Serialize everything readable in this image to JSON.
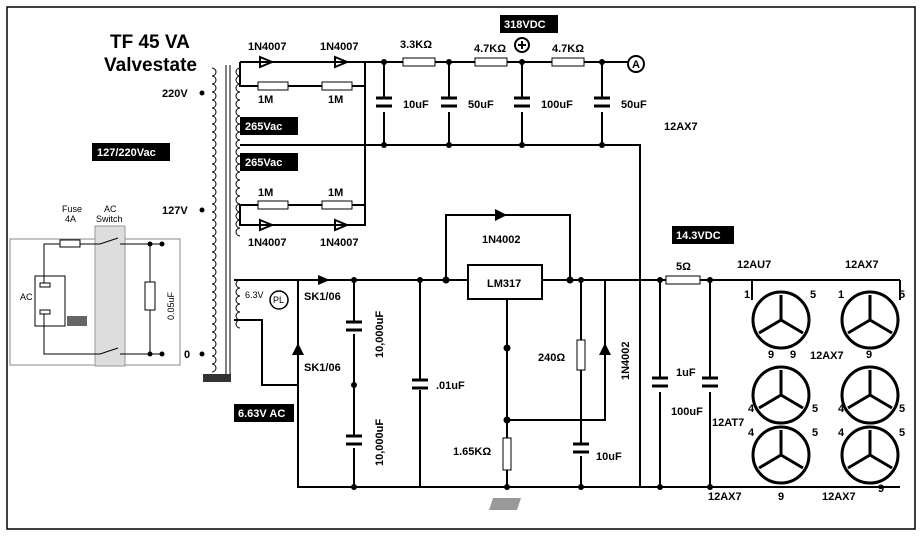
{
  "title": {
    "line1": "TF 45 VA",
    "line2": "Valvestate"
  },
  "voltages": {
    "b_plus": "318VDC",
    "filament": "14.3VDC",
    "secondary1": "265Vac",
    "secondary2": "265Vac",
    "mains_select": "127/220Vac",
    "heater_ac": "6.63V AC",
    "tap_220": "220V",
    "tap_127": "127V",
    "tap_0": "0",
    "heater_winding": "6.3V",
    "pl": "PL"
  },
  "mains": {
    "fuse": "Fuse",
    "fuse_rating": "4A",
    "switch": "AC",
    "switch2": "Switch",
    "ac": "AC",
    "cap": "0.05uF"
  },
  "diodes": {
    "d1": "1N4007",
    "d2": "1N4007",
    "d3": "1N4007",
    "d4": "1N4007",
    "sk1": "SK1/06",
    "sk2": "SK1/06",
    "n4002a": "1N4002",
    "n4002b": "1N4002"
  },
  "resistors": {
    "r1m_a": "1M",
    "r1m_b": "1M",
    "r1m_c": "1M",
    "r1m_d": "1M",
    "r33k": "3.3KΩ",
    "r47k_a": "4.7KΩ",
    "r47k_b": "4.7KΩ",
    "r240": "240Ω",
    "r165k": "1.65KΩ",
    "r5": "5Ω"
  },
  "caps": {
    "c10u": "10uF",
    "c50u_a": "50uF",
    "c100u": "100uF",
    "c50u_b": "50uF",
    "c10000_a": "10,000uF",
    "c10000_b": "10,000uF",
    "c01": ".01uF",
    "c10u_b": "10uF",
    "c1u": "1uF",
    "c100u_b": "100uF"
  },
  "regulator": "LM317",
  "node_a": "A",
  "tubes": {
    "t1": "12AU7",
    "t2": "12AX7",
    "t3": "12AX7",
    "t4": "12AT7",
    "t5": "12AX7",
    "t6": "12AX7",
    "t7": "12AX7",
    "pins": {
      "p1": "1",
      "p5": "5",
      "p9": "9",
      "p4": "4"
    }
  }
}
